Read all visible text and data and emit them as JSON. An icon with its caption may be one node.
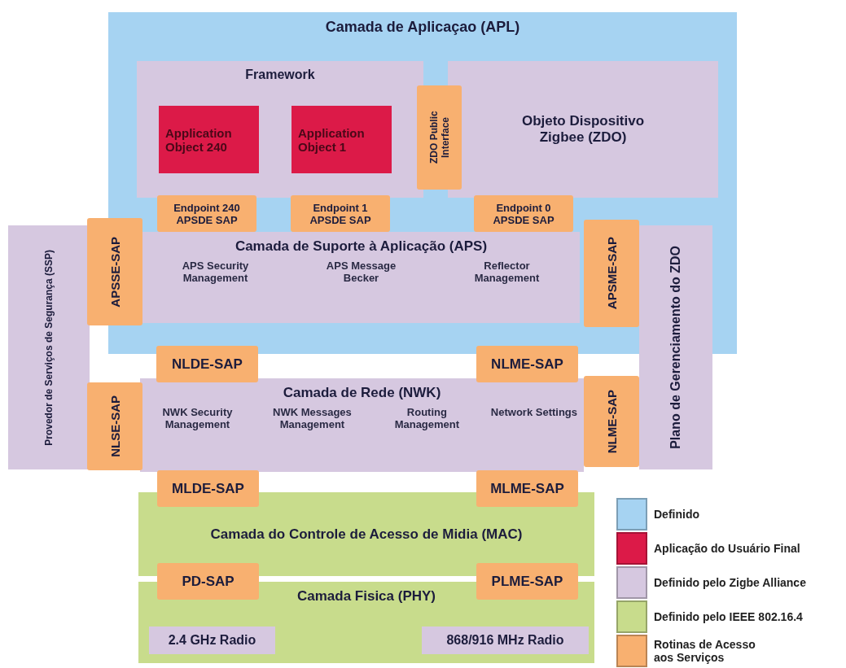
{
  "diagram": {
    "nodes": [
      {
        "text": [
          "Camada de Aplicaçao (APL)"
        ]
      },
      {
        "text": [
          "Framework"
        ],
        "in": 0
      },
      {
        "text": [
          "Application Object 240"
        ],
        "in": 1
      },
      {
        "text": [
          "Application Object 1"
        ],
        "in": 1
      },
      {
        "text": [
          "ZDO Public Interface"
        ],
        "in": 0
      },
      {
        "text": [
          "Objeto Dispositivo Zigbee (ZDO)"
        ],
        "in": 0
      },
      {
        "text": [
          "Endpoint 240 APSDE SAP"
        ],
        "in": 0
      },
      {
        "text": [
          "Endpoint 1 APSDE SAP"
        ],
        "in": 0
      },
      {
        "text": [
          "Endpoint 0 APSDE SAP"
        ],
        "in": 0
      },
      {
        "text": [
          "Provedor de Serviços de Segurança (SSP)"
        ]
      },
      {
        "text": [
          "APSSE-SAP"
        ]
      },
      {
        "text": [
          "Camada de Suporte à Aplicação (APS)",
          "APS Security Management",
          "APS Message Becker",
          "Reflector Management"
        ],
        "in": 0
      },
      {
        "text": [
          "APSME-SAP"
        ],
        "in": 0
      },
      {
        "text": [
          "Plano de Gerenciamento do ZDO"
        ]
      },
      {
        "text": [
          "NLDE-SAP"
        ]
      },
      {
        "text": [
          "NLME-SAP"
        ]
      },
      {
        "text": [
          "NLSE-SAP"
        ]
      },
      {
        "text": [
          "Camada de Rede (NWK)",
          "NWK Security Management",
          "NWK Messages Management",
          "Routing Management",
          "Network Settings"
        ]
      },
      {
        "text": [
          "NLME-SAP"
        ]
      },
      {
        "text": [
          "MLDE-SAP"
        ]
      },
      {
        "text": [
          "MLME-SAP"
        ]
      },
      {
        "text": [
          "Camada do Controle de Acesso de Midia (MAC)"
        ]
      },
      {
        "text": [
          "PD-SAP"
        ]
      },
      {
        "text": [
          "PLME-SAP"
        ]
      },
      {
        "text": [
          "Camada Fisica (PHY)"
        ]
      },
      {
        "text": [
          "2.4 GHz Radio"
        ],
        "in": 24
      },
      {
        "text": [
          "868/916 MHz Radio"
        ],
        "in": 24
      }
    ],
    "legend": [
      {
        "text": "Definido",
        "color": "#a6d3f2"
      },
      {
        "text": "Aplicação do Usuário Final",
        "color": "#dc1a48"
      },
      {
        "text": "Definido pelo Zigbe Alliance",
        "color": "#d6c8e0"
      },
      {
        "text": "Definido pelo IEEE 802.16.4",
        "color": "#c8dc8c"
      },
      {
        "text": "Rotinas de Acesso aos Serviços",
        "color": "#f8b070"
      }
    ]
  }
}
